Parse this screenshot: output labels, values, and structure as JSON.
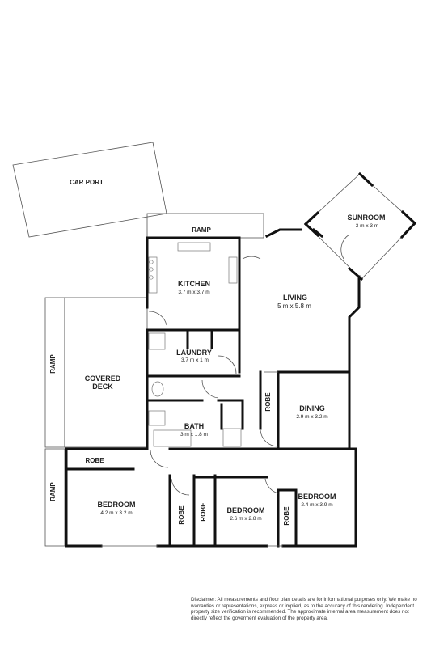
{
  "rooms": {
    "carport": {
      "title": "CAR PORT"
    },
    "ramp_top": {
      "title": "RAMP"
    },
    "sunroom": {
      "title": "SUNROOM",
      "dim": "3 m x 3 m"
    },
    "kitchen": {
      "title": "KITCHEN",
      "dim": "3.7 m x 3.7 m"
    },
    "living": {
      "title": "LIVING",
      "dim": "5 m x 5.8 m"
    },
    "laundry": {
      "title": "LAUNDRY",
      "dim": "3.7 m x 1 m"
    },
    "ramp_left": {
      "title": "RAMP"
    },
    "covered_deck": {
      "title": "COVERED",
      "title2": "DECK"
    },
    "robe_hall": {
      "title": "ROBE"
    },
    "dining": {
      "title": "DINING",
      "dim": "2.9 m x 3.2 m"
    },
    "bath": {
      "title": "BATH",
      "dim": "3 m x 1.8 m"
    },
    "robe_bed1": {
      "title": "ROBE"
    },
    "ramp_bottom": {
      "title": "RAMP"
    },
    "bedroom1": {
      "title": "BEDROOM",
      "dim": "4.2 m x 3.2 m"
    },
    "robe_a": {
      "title": "ROBE"
    },
    "robe_b": {
      "title": "ROBE"
    },
    "bedroom2": {
      "title": "BEDROOM",
      "dim": "2.6 m x 2.8 m"
    },
    "robe_c": {
      "title": "ROBE"
    },
    "bedroom3": {
      "title": "BEDROOM",
      "dim": "2.4 m x 3.9 m"
    }
  },
  "disclaimer": "Disclaimer: All measurements and floor plan details are for informational purposes only. We  make no warranties or representations, express or implied, as to the accuracy of this rendering. Independent property size verification is recommended. The approximate internal area measurement does not directly reflect the goverment evaluation of the property area."
}
